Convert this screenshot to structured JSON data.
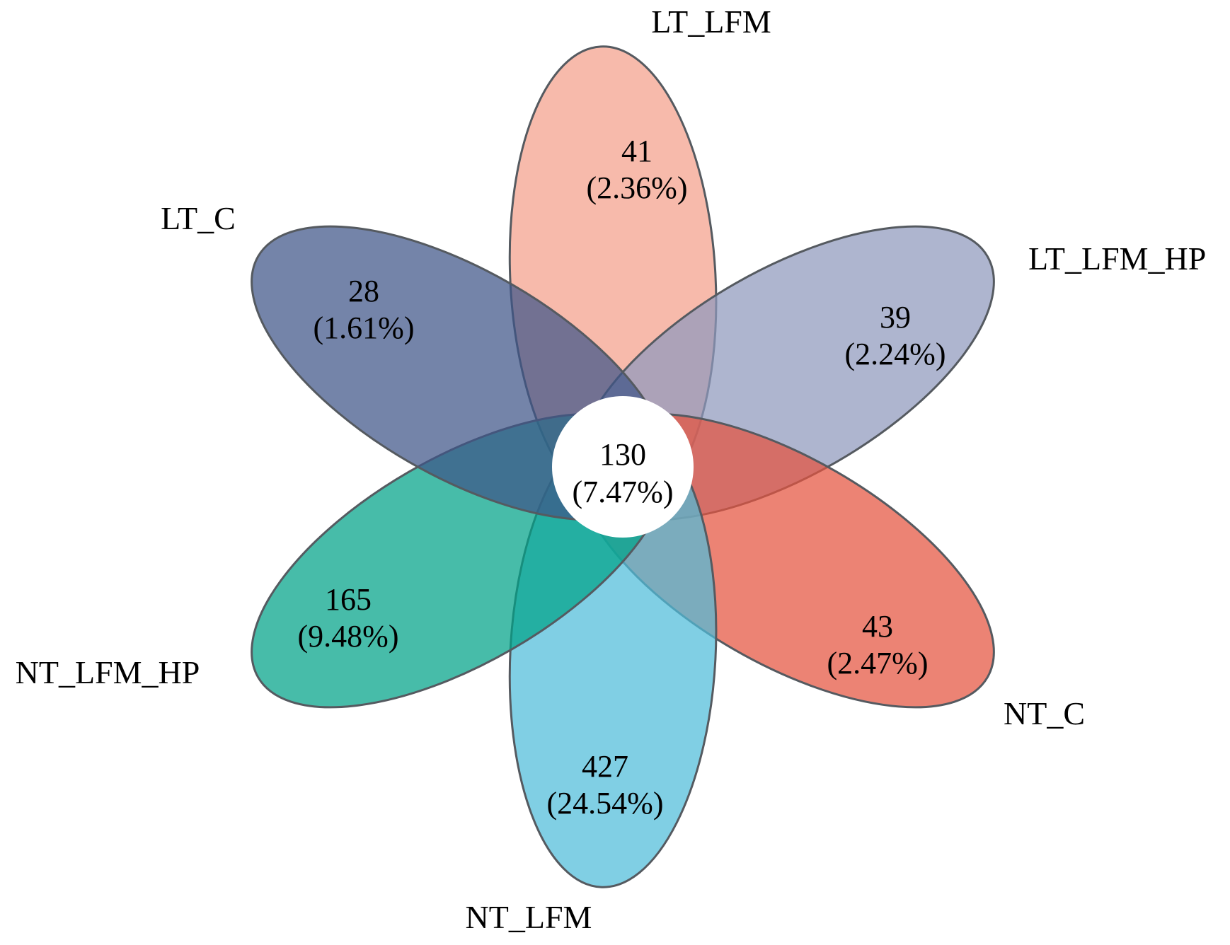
{
  "diagram": {
    "type": "flower-venn",
    "core": {
      "count": "130",
      "percent": "(7.47%)"
    },
    "petals": [
      {
        "id": "lt-lfm",
        "label": "LT_LFM",
        "count": "41",
        "percent": "(2.36%)",
        "color": "#f4a08a"
      },
      {
        "id": "lt-lfm-hp",
        "label": "LT_LFM_HP",
        "count": "39",
        "percent": "(2.24%)",
        "color": "#8f98bc"
      },
      {
        "id": "nt-c",
        "label": "NT_C",
        "count": "43",
        "percent": "(2.47%)",
        "color": "#e5533f"
      },
      {
        "id": "nt-lfm",
        "label": "NT_LFM",
        "count": "427",
        "percent": "(24.54%)",
        "color": "#4fbcd9"
      },
      {
        "id": "nt-lfm-hp",
        "label": "NT_LFM_HP",
        "count": "165",
        "percent": "(9.48%)",
        "color": "#00a288"
      },
      {
        "id": "lt-c",
        "label": "LT_C",
        "count": "28",
        "percent": "(1.61%)",
        "color": "#3f5488"
      }
    ]
  }
}
